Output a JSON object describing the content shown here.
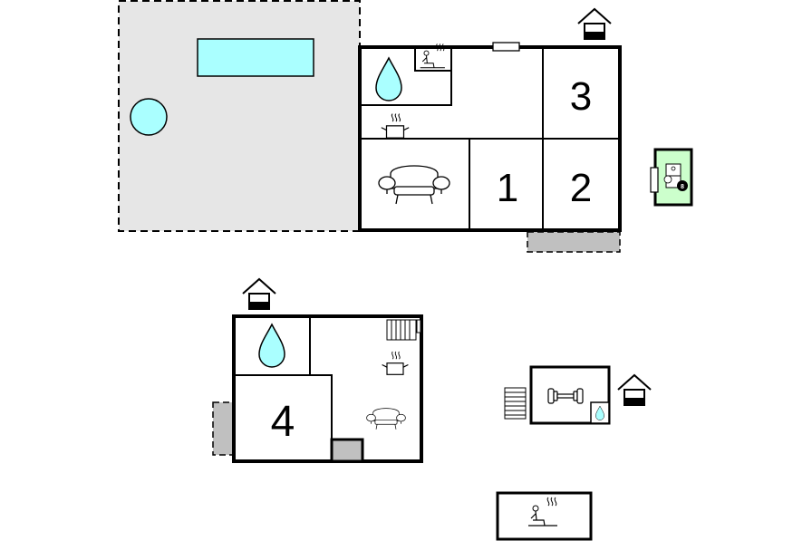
{
  "main_house": {
    "room_labels": [
      "3",
      "1",
      "2"
    ],
    "icons": [
      "entrance-icon",
      "water-drop-icon",
      "sauna-icon",
      "kitchen-icon",
      "sofa-icon",
      "window-icon"
    ]
  },
  "garden": {
    "icons": [
      "pool-icon",
      "hot-tub-icon"
    ]
  },
  "games_shed": {
    "icons": [
      "table-tennis-icon",
      "billiard-icon"
    ],
    "ball_number": "8"
  },
  "annex": {
    "room_labels": [
      "4"
    ],
    "icons": [
      "entrance-icon",
      "water-drop-icon",
      "stairs-icon",
      "kitchen-icon",
      "sofa-icon"
    ]
  },
  "gym_shed": {
    "icons": [
      "entrance-icon",
      "dumbbell-icon",
      "water-drop-icon",
      "stairs-icon"
    ]
  },
  "sauna_hut": {
    "icons": [
      "sauna-icon"
    ]
  },
  "colors": {
    "terrace": "#e6e6e6",
    "water": "#aaffff",
    "games_room": "#ccffcc",
    "paving": "#c0c0c0",
    "walls": "#000000"
  }
}
